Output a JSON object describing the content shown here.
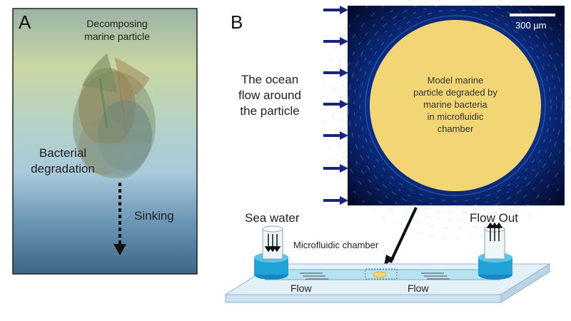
{
  "panel_a": {
    "letter": "A",
    "particle_label_line1": "Decomposing",
    "particle_label_line2": "marine particle",
    "degradation_line1": "Bacterial",
    "degradation_line2": "degradation",
    "sinking_label": "Sinking"
  },
  "panel_b": {
    "letter": "B",
    "flow_text_line1": "The ocean",
    "flow_text_line2": "flow around",
    "flow_text_line3": "the particle",
    "scale_bar_label": "300 µm",
    "particle_text_line1": "Model marine",
    "particle_text_line2": "particle degraded by",
    "particle_text_line3": "marine bacteria",
    "particle_text_line4": "in microfluidic",
    "particle_text_line5": "chamber",
    "sea_water_label": "Sea water",
    "flow_out_label": "Flow Out",
    "chamber_label": "Microfluidic chamber",
    "flow_label_left": "Flow",
    "flow_label_right": "Flow"
  },
  "colors": {
    "arrow_navy": "#1a237e",
    "particle_yellow": "#f2d675",
    "reservoir_blue": "#1fa3d6",
    "micro_bg": "#050a2a"
  }
}
